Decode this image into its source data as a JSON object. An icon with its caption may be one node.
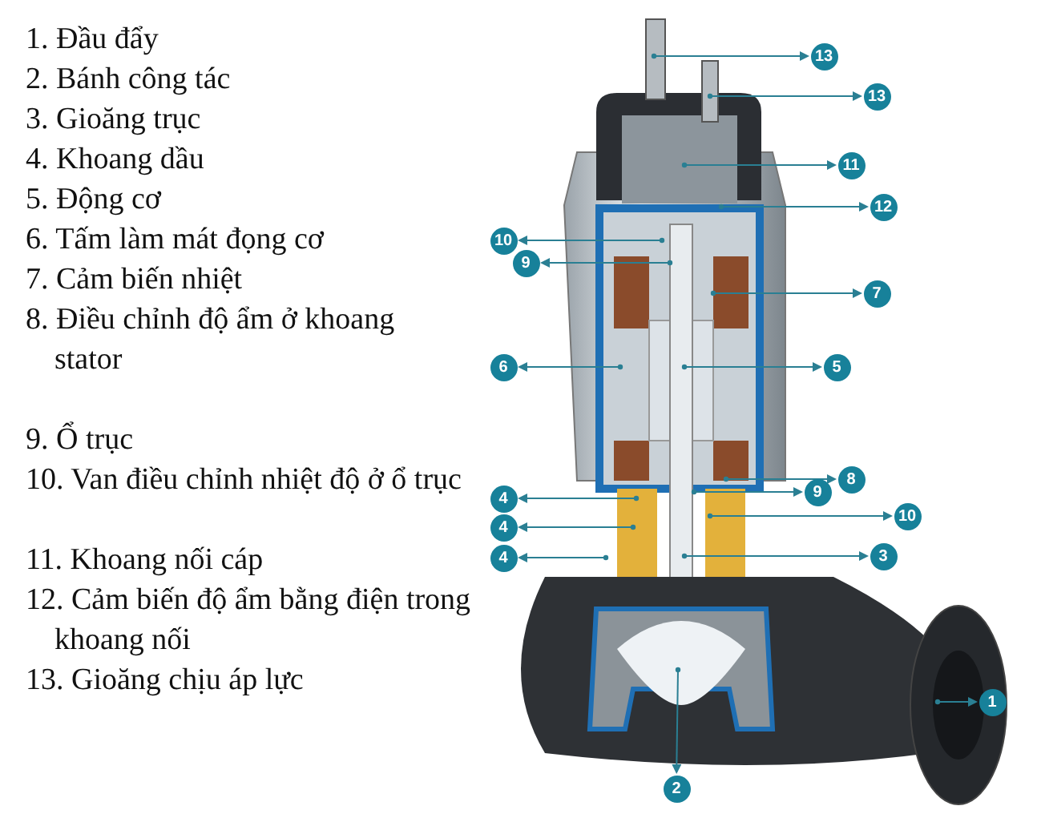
{
  "diagram": {
    "nodes": [
      {
        "text": [
          "13"
        ]
      },
      {
        "text": [
          "13"
        ]
      },
      {
        "text": [
          "11"
        ]
      },
      {
        "text": [
          "12"
        ]
      },
      {
        "text": [
          "10"
        ]
      },
      {
        "text": [
          "9"
        ]
      },
      {
        "text": [
          "7"
        ]
      },
      {
        "text": [
          "6"
        ]
      },
      {
        "text": [
          "5"
        ]
      },
      {
        "text": [
          "8"
        ]
      },
      {
        "text": [
          "9"
        ]
      },
      {
        "text": [
          "4"
        ]
      },
      {
        "text": [
          "10"
        ]
      },
      {
        "text": [
          "4"
        ]
      },
      {
        "text": [
          "3"
        ]
      },
      {
        "text": [
          "4"
        ]
      },
      {
        "text": [
          "1"
        ]
      },
      {
        "text": [
          "2"
        ]
      }
    ],
    "edges": [
      {
        "from": null,
        "to": 0,
        "arrow": "to"
      },
      {
        "from": null,
        "to": 1,
        "arrow": "to"
      },
      {
        "from": null,
        "to": 2,
        "arrow": "to"
      },
      {
        "from": null,
        "to": 3,
        "arrow": "to"
      },
      {
        "from": null,
        "to": 4,
        "arrow": "to"
      },
      {
        "from": null,
        "to": 5,
        "arrow": "to"
      },
      {
        "from": null,
        "to": 6,
        "arrow": "to"
      },
      {
        "from": null,
        "to": 7,
        "arrow": "to"
      },
      {
        "from": null,
        "to": 8,
        "arrow": "to"
      },
      {
        "from": null,
        "to": 9,
        "arrow": "to"
      },
      {
        "from": null,
        "to": 10,
        "arrow": "to"
      },
      {
        "from": null,
        "to": 11,
        "arrow": "to"
      },
      {
        "from": null,
        "to": 12,
        "arrow": "to"
      },
      {
        "from": null,
        "to": 13,
        "arrow": "to"
      },
      {
        "from": null,
        "to": 14,
        "arrow": "to"
      },
      {
        "from": null,
        "to": 15,
        "arrow": "to"
      },
      {
        "from": null,
        "to": 16,
        "arrow": "to"
      },
      {
        "from": null,
        "to": 17,
        "arrow": "to"
      }
    ],
    "labels": [
      "1. Đầu đẩy",
      "2. Bánh công tác",
      "3. Gioăng trục",
      "4. Khoang dầu",
      "5. Động cơ",
      "6. Tấm làm mát đọng cơ",
      "7. Cảm biến nhiệt",
      "8. Điều chỉnh độ ẩm ở khoang stator",
      "9. Ổ trục",
      "10. Van điều chỉnh nhiệt độ ở ổ trục",
      "11. Khoang nối cáp",
      "12. Cảm biến độ ẩm bằng điện trong khoang nối",
      "13. Gioăng chịu áp lực"
    ]
  }
}
